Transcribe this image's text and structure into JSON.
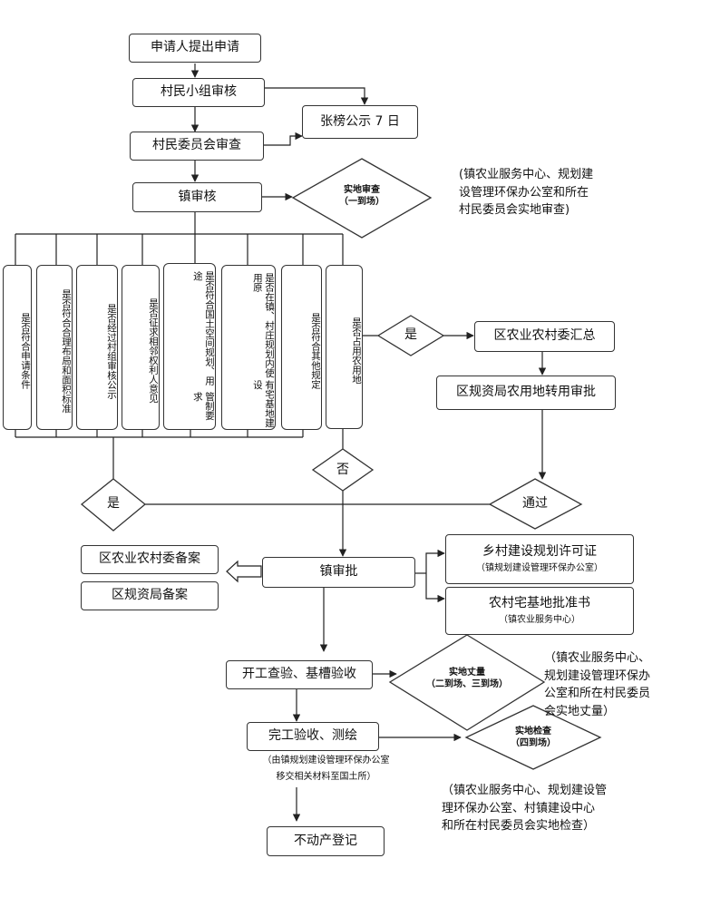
{
  "flow": {
    "apply": "申请人提出申请",
    "village_group": "村民小组审核",
    "publicity": "张榜公示 7 日",
    "village_committee": "村民委员会审查",
    "town_review": "镇审核",
    "site_check_1": {
      "title": "实地审查",
      "sub": "（一到场）"
    },
    "note_top": [
      "(镇农业服务中心、规划建",
      "设管理环保办公室和所在",
      "村民委员会实地审查)"
    ],
    "criteria": [
      [
        "是否符合申请条件"
      ],
      [
        "是否符合合理布局和面积标准"
      ],
      [
        "是否经过村组审核公示"
      ],
      [
        "是否征求相邻权利人意见"
      ],
      [
        "是否符合国土空间规划、用途",
        "管制要求"
      ],
      [
        "是否在镇、村庄规划内使用原",
        "有宅基地建设"
      ],
      [
        "是否符合其他规定"
      ],
      [
        "是否占用农用地"
      ]
    ],
    "yes_right": "是",
    "district_agri_summary": "区农业农村委汇总",
    "district_approval": "区规资局农用地转用审批",
    "no_label": "否",
    "yes_left": "是",
    "passed": "通过",
    "district_agri_record": "区农业农村委备案",
    "district_land_record": "区规资局备案",
    "town_approval": "镇审批",
    "permit": {
      "title": "乡村建设规划许可证",
      "sub": "（镇规划建设管理环保办公室）"
    },
    "homestead": {
      "title": "农村宅基地批准书",
      "sub": "（镇农业服务中心）"
    },
    "start_check": "开工查验、基槽验收",
    "site_measure": {
      "title": "实地丈量",
      "sub": "（二到场、三到场）"
    },
    "note_mid": [
      "（镇农业服务中心、",
      "规划建设管理环保办",
      "公室和所在村民委员",
      "会实地丈量）"
    ],
    "completion": "完工验收、测绘",
    "completion_note": [
      "（由镇规划建设管理环保办公室",
      "移交相关材料至国土所）"
    ],
    "site_inspect": {
      "title": "实地检查",
      "sub": "（四到场）"
    },
    "note_bottom": [
      "（镇农业服务中心、规划建设管",
      "理环保办公室、村镇建设中心",
      "和所在村民委员会实地检查）"
    ],
    "registration": "不动产登记"
  }
}
